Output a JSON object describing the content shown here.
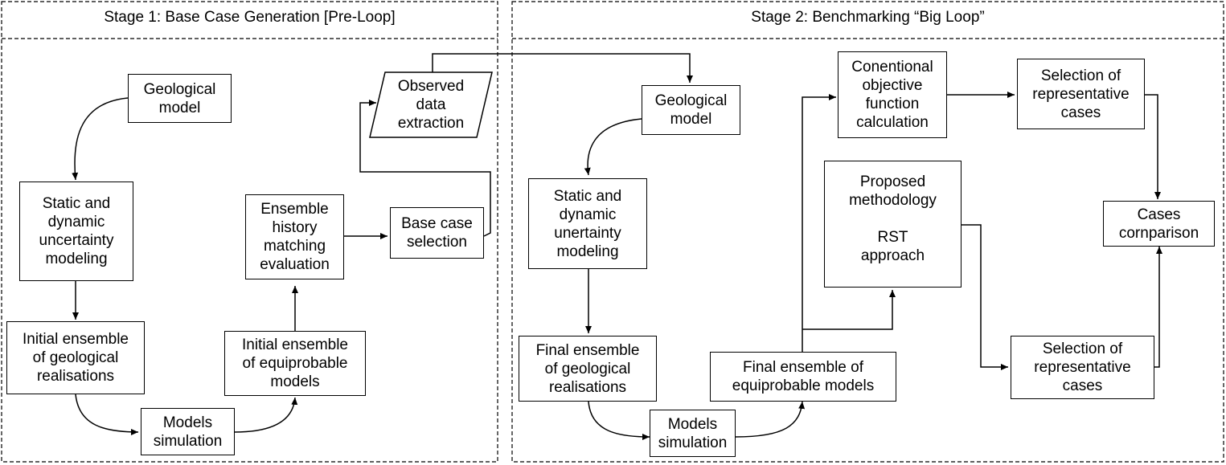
{
  "stages": [
    {
      "title": "Stage 1: Base Case Generation [Pre-Loop]"
    },
    {
      "title": "Stage 2: Benchmarking “Big Loop”"
    }
  ],
  "stage1": {
    "geological_model": "Geological\nmodel",
    "static_dynamic": "Static and\ndynamic\nuncertainty\nmodeling",
    "initial_geo": "Initial ensemble\nof geological\nrealisations",
    "models_simulation": "Models\nsimulation",
    "initial_equi": "Initial ensemble\nof equiprobable\nmodels",
    "ensemble_hm": "Ensemble\nhistory\nmatching\nevaluation",
    "base_case": "Base case\nselection",
    "observed_data": "Observed\ndata\nextraction"
  },
  "stage2": {
    "geological_model": "Geological\nmodel",
    "static_dynamic": "Static and\ndynamic\nunertainty\nmodeling",
    "final_geo": "Final ensemble\nof geological\nrealisations",
    "models_simulation": "Models\nsimulation",
    "final_equi": "Final ensemble of\nequiprobable models",
    "conventional_of": "Conentional\nobjective\nfunction\ncalculation",
    "proposed": "Proposed\nmethodology\n\nRST\napproach",
    "selection_top": "Selection of\nrepresentative\ncases",
    "selection_bottom": "Selection of\nrepresentative\ncases",
    "cases_comparison": "Cases\ncornparison"
  }
}
